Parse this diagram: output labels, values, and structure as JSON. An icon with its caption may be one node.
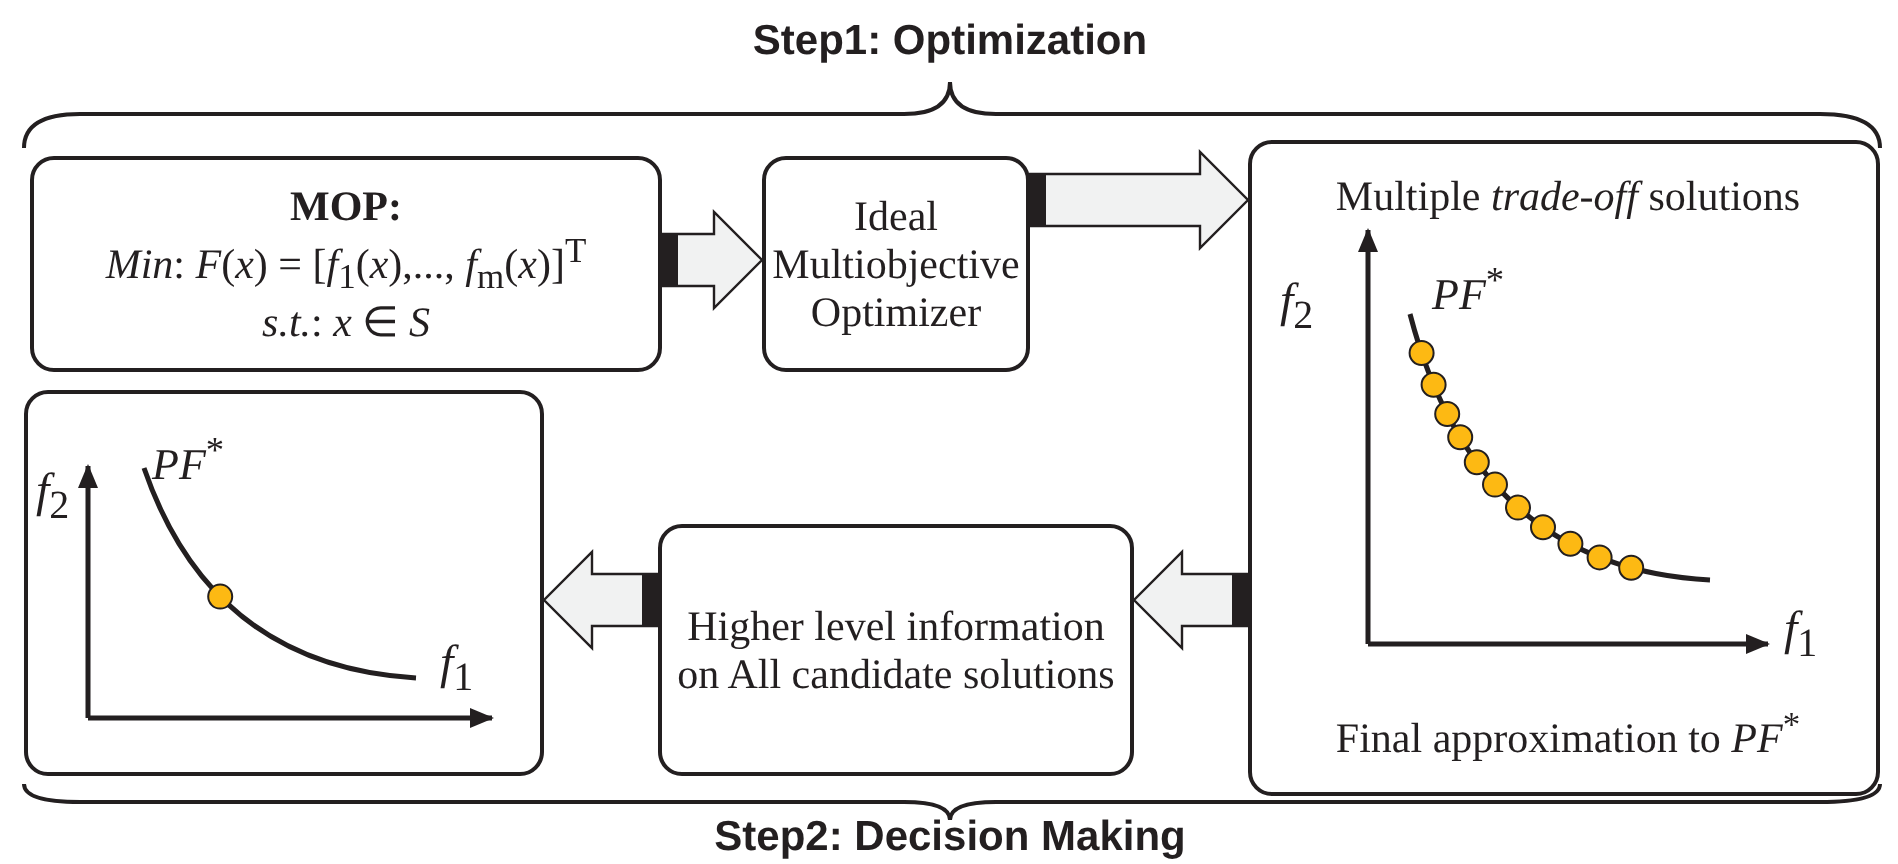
{
  "diagram": {
    "nodes": [
      {
        "text": [
          "MOP:",
          "*Min*: *F*(*x*) = [*f*$_{1}$(*x*),..., *f*$_{m}$(*x*)]$^{T}$",
          "*s.t.*: *x* ∈ *S*"
        ]
      },
      {
        "text": [
          "Ideal Multiobjective Optimizer"
        ]
      },
      {
        "text": [
          "Multiple *trade-off* solutions",
          "*f*$_{2}$",
          "*PF*$^{*}$",
          "*f*$_{1}$",
          "Final approximation to *PF*$^{*}$"
        ]
      },
      {
        "text": [
          "Higher level information on All candidate solutions"
        ]
      },
      {
        "text": [
          "*f*$_{2}$",
          "*PF*$^{*}$",
          "*f*$_{1}$"
        ]
      }
    ],
    "edges": [
      {
        "from": 0,
        "to": 1,
        "arrow": "to"
      },
      {
        "from": 1,
        "to": 2,
        "arrow": "to"
      },
      {
        "from": 2,
        "to": 3,
        "arrow": "to"
      },
      {
        "from": 3,
        "to": 4,
        "arrow": "to"
      }
    ],
    "labels": [
      "Step1: Optimization",
      "Step2: Decision Making"
    ]
  }
}
